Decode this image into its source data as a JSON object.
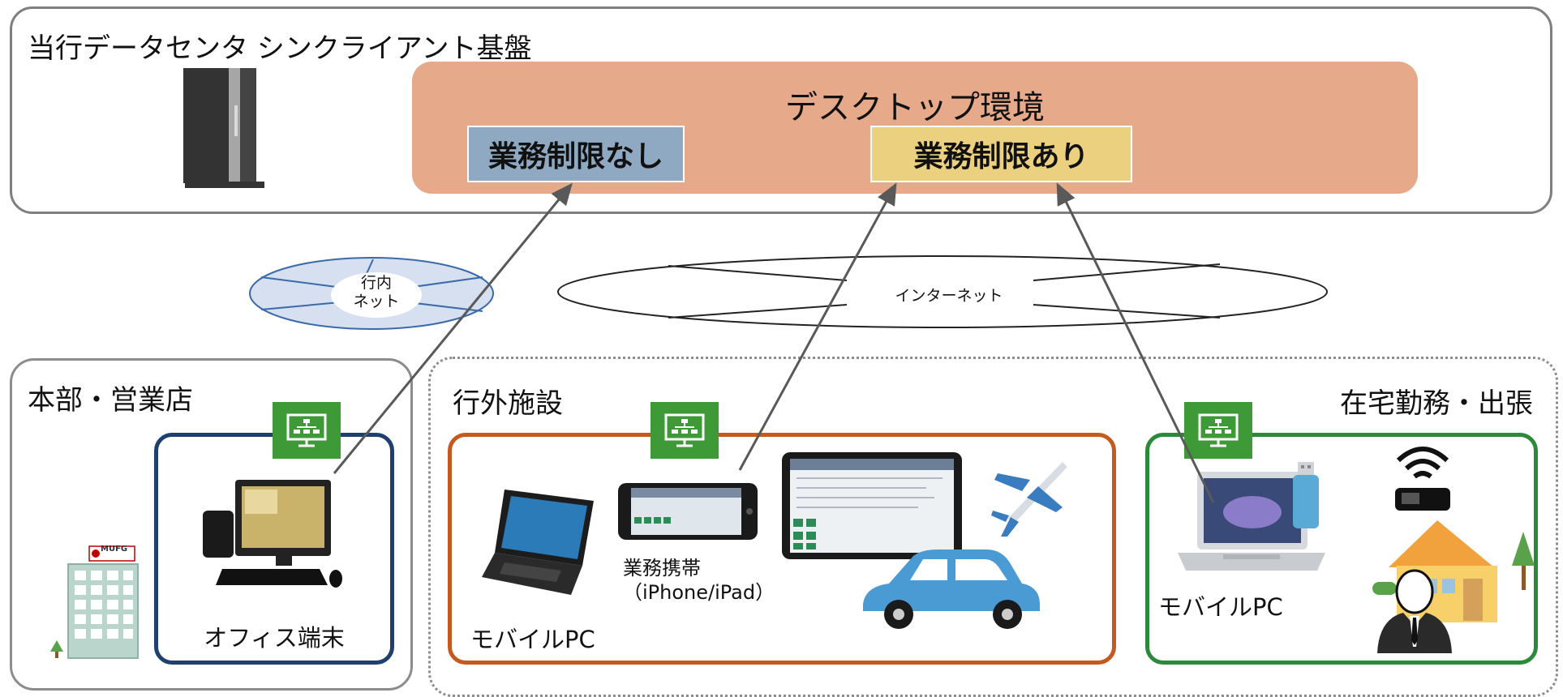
{
  "datacenter": {
    "title": "当行データセンタ シンクライアント基盤",
    "desktop_env": {
      "title": "デスクトップ環境",
      "unrestricted_label": "業務制限なし",
      "restricted_label": "業務制限あり"
    }
  },
  "networks": {
    "internal_line1": "行内",
    "internal_line2": "ネット",
    "internet": "インターネット"
  },
  "regions": {
    "hq": {
      "title": "本部・営業店",
      "building_sign": "MUFG",
      "device_label": "オフィス端末"
    },
    "external": {
      "title": "行外施設",
      "laptop_label": "モバイルPC",
      "mobile_label_line1": "業務携帯",
      "mobile_label_line2": "（iPhone/iPad）"
    },
    "home": {
      "title": "在宅勤務・出張",
      "laptop_label": "モバイルPC"
    }
  },
  "colors": {
    "desktop_env": "#e6a98a",
    "unrestricted": "#8fa9c3",
    "restricted": "#ead07f",
    "office_border": "#1f3f6e",
    "facility_border": "#c65a1e",
    "home_border": "#2a8a3a",
    "vdi_icon": "#3e9a37",
    "arrow": "#595959"
  },
  "icons": {
    "server": "server-rack-icon",
    "vdi": "virtual-desktop-icon",
    "wifi": "wifi-icon",
    "airplane": "airplane-icon",
    "car": "car-icon",
    "house": "house-icon",
    "person": "businessperson-icon",
    "usb": "usb-drive-icon"
  }
}
